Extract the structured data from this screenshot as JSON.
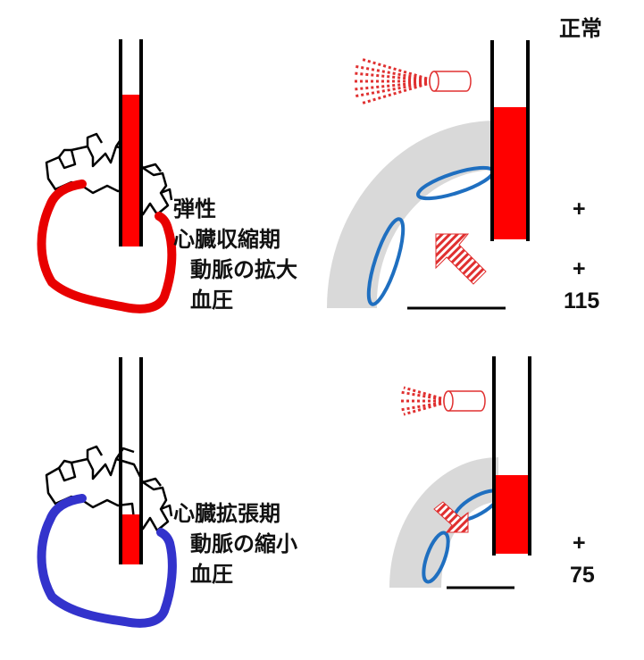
{
  "header": {
    "normal_label": "正常"
  },
  "systole": {
    "labels": {
      "elasticity": "弾性",
      "phase": "心臓収縮期",
      "artery": "動脈の拡大",
      "pressure": "血圧"
    },
    "signs": {
      "elasticity": "+",
      "artery": "+"
    },
    "pressure_value": "115",
    "heart_color": "#e80000"
  },
  "diastole": {
    "labels": {
      "phase": "心臓拡張期",
      "artery": "動脈の縮小",
      "pressure": "血圧"
    },
    "signs": {
      "artery": "+"
    },
    "pressure_value": "75",
    "heart_color": "#3333cc"
  },
  "colors": {
    "blood": "#ff0000",
    "artery_wall": "#d9d9d9",
    "vessel_outline": "#1f6fc0",
    "arrow": "#e03030"
  }
}
